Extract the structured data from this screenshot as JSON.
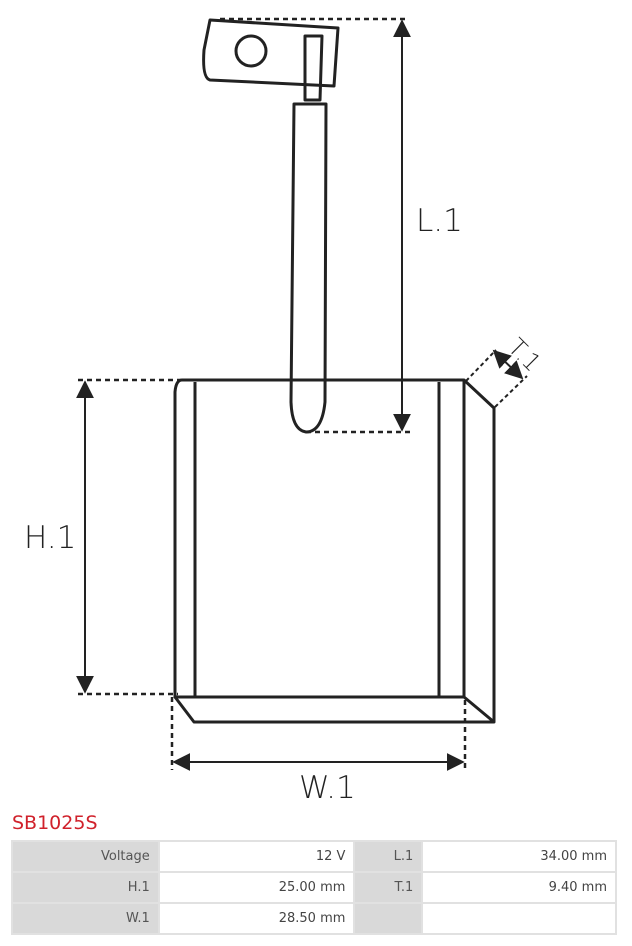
{
  "diagram": {
    "labels": {
      "length": "L.1",
      "height": "H.1",
      "width": "W.1",
      "thickness": "T.1"
    }
  },
  "product": {
    "part_number": "SB1025S"
  },
  "specs": {
    "rows": [
      {
        "label_a": "Voltage",
        "value_a": "12 V",
        "label_b": "L.1",
        "value_b": "34.00 mm"
      },
      {
        "label_a": "H.1",
        "value_a": "25.00 mm",
        "label_b": "T.1",
        "value_b": "9.40 mm"
      },
      {
        "label_a": "W.1",
        "value_a": "28.50 mm",
        "label_b": "",
        "value_b": ""
      }
    ]
  },
  "colors": {
    "part_number": "#d0212b",
    "label_cell": "#d9d9d9",
    "border": "#e1e1e1",
    "line": "#222222"
  }
}
